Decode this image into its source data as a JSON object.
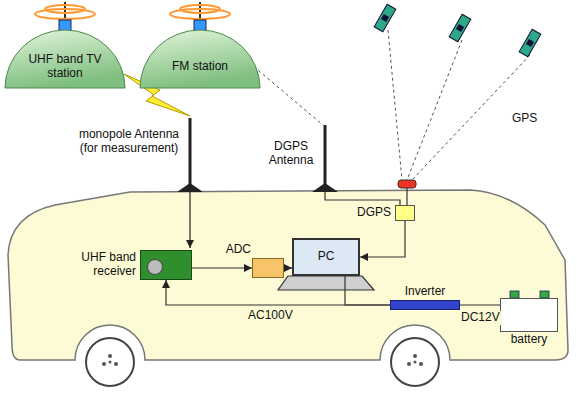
{
  "diagram": {
    "nodes": [
      {
        "text": [
          "UHF band TV station"
        ]
      },
      {
        "text": [
          "FM station"
        ]
      },
      {
        "text": [
          "DGPS"
        ]
      },
      {
        "text": [
          "UHF band receiver"
        ]
      },
      {
        "text": [
          "ADC"
        ]
      },
      {
        "text": [
          "PC"
        ]
      },
      {
        "text": [
          "Inverter"
        ]
      },
      {
        "text": [
          "battery"
        ]
      }
    ],
    "edges": [
      {
        "from": 3,
        "to": 4,
        "arrow": "to"
      },
      {
        "from": 4,
        "to": 5,
        "arrow": "to"
      },
      {
        "from": 2,
        "to": 5,
        "arrow": "to"
      },
      {
        "from": 6,
        "to": 3,
        "arrow": "to",
        "label": "AC100V"
      },
      {
        "from": 7,
        "to": 6,
        "arrow": "none",
        "label": "DC12V"
      },
      {
        "from": 6,
        "to": 5,
        "arrow": "none"
      }
    ],
    "labels": [
      "monopole Antenna (for measurement)",
      "DGPS Antenna",
      "GPS"
    ]
  }
}
